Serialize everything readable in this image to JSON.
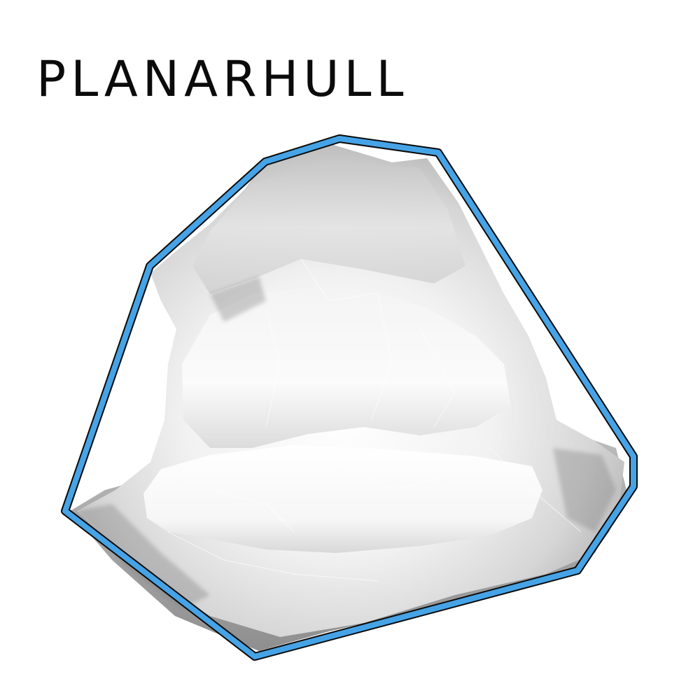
{
  "title": "PLANARHULL",
  "colors": {
    "hull_fill": "#46a3e6",
    "hull_outline": "#0a0a0a",
    "mesh_light": "#fdfdfd",
    "mesh_mid": "#e6e6e6",
    "mesh_shadow": "#9a9a9a",
    "background": "#ffffff"
  },
  "figure": {
    "subject": "rock-mesh",
    "overlay": "planar-convex-hull"
  }
}
